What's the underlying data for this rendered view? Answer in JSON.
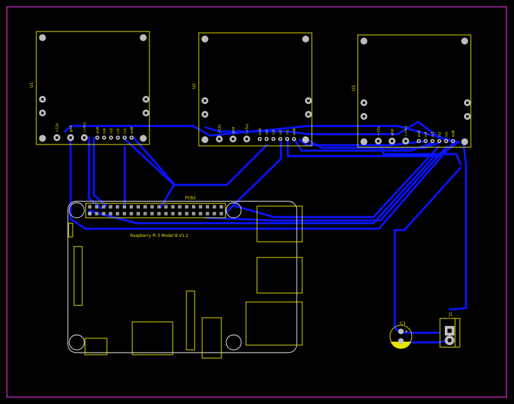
{
  "board": {
    "edge_color": "#8a1e8a",
    "silk_color": "#e8e600",
    "trace_color": "#0a14ff"
  },
  "modules": [
    {
      "ref": "U1",
      "pins": [
        "+12v",
        "gnd",
        "(+5v)",
        "enA",
        "in4",
        "in3",
        "in2",
        "in1",
        "enB"
      ]
    },
    {
      "ref": "U2",
      "pins": [
        "+12v",
        "gnd",
        "(+5v)",
        "enA",
        "in4",
        "in3",
        "in2",
        "in1",
        "enB"
      ]
    },
    {
      "ref": "U3",
      "pins": [
        "+12v",
        "gnd",
        "(+5v)",
        "enA",
        "in4",
        "in3",
        "in2",
        "in1",
        "enB"
      ]
    }
  ],
  "pi": {
    "ref": "PCB2",
    "title": "Raspberry Pi 3 Model B V1.2"
  },
  "capacitor": {
    "ref": "C1",
    "polarity": "+"
  },
  "connector": {
    "ref": "J1"
  }
}
